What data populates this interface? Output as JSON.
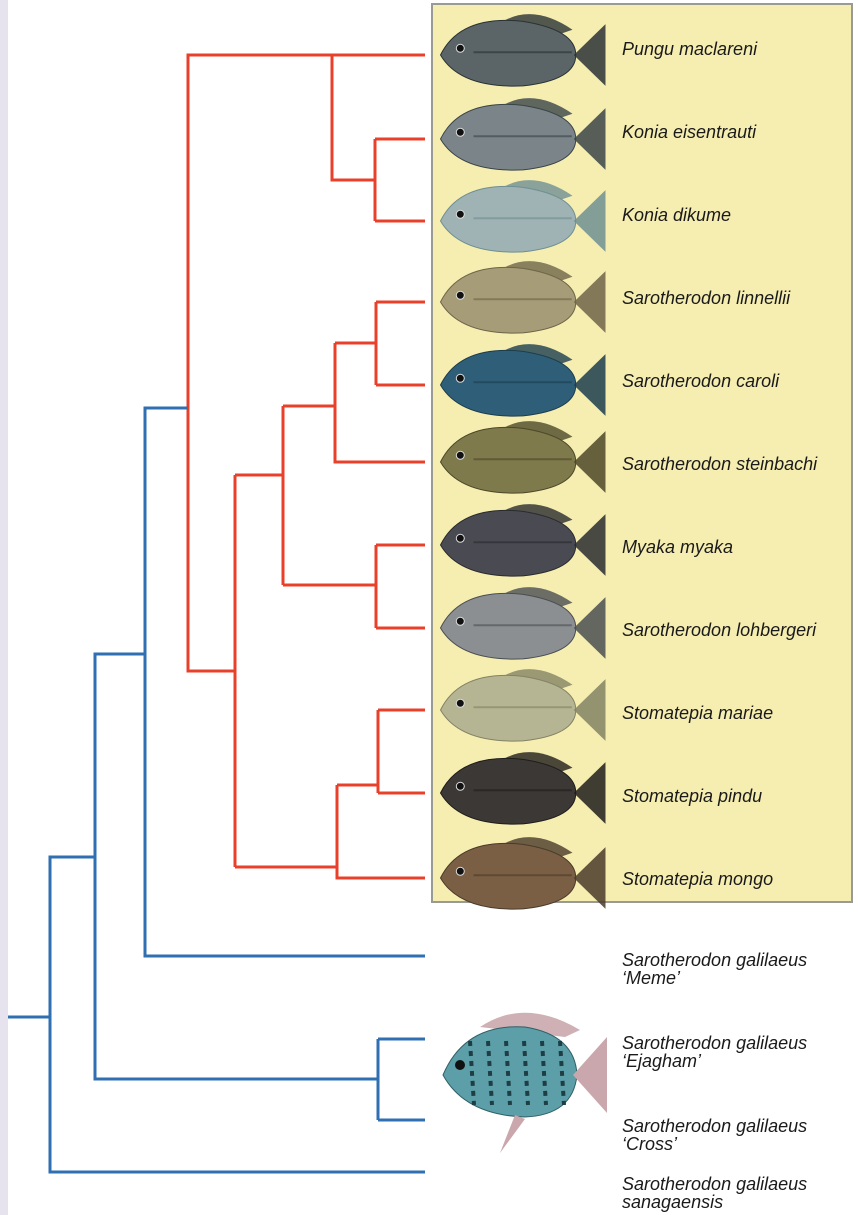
{
  "colors": {
    "red_clade": "#e8402a",
    "blue_clade": "#2f6fb2",
    "panel": "#f6eeb1"
  },
  "taxa": [
    {
      "label_1": "Pungu maclareni",
      "label_2": "",
      "fish": "fish-dark-slate"
    },
    {
      "label_1": "Konia eisentrauti",
      "label_2": "",
      "fish": "fish-slate"
    },
    {
      "label_1": "Konia dikume",
      "label_2": "",
      "fish": "fish-pale-silver"
    },
    {
      "label_1": "Sarotherodon linnellii",
      "label_2": "",
      "fish": "fish-olive-tan"
    },
    {
      "label_1": "Sarotherodon caroli",
      "label_2": "",
      "fish": "fish-blue-teal"
    },
    {
      "label_1": "Sarotherodon steinbachi",
      "label_2": "",
      "fish": "fish-olive-brown"
    },
    {
      "label_1": "Myaka myaka",
      "label_2": "",
      "fish": "fish-dark-grey"
    },
    {
      "label_1": "Sarotherodon lohbergeri",
      "label_2": "",
      "fish": "fish-grey-striped"
    },
    {
      "label_1": "Stomatepia mariae",
      "label_2": "",
      "fish": "fish-pale-olive"
    },
    {
      "label_1": "Stomatepia pindu",
      "label_2": "",
      "fish": "fish-black"
    },
    {
      "label_1": "Stomatepia mongo",
      "label_2": "",
      "fish": "fish-brown"
    },
    {
      "label_1": "Sarotherodon galilaeus",
      "label_2": "‘Meme’",
      "fish": ""
    },
    {
      "label_1": "Sarotherodon galilaeus",
      "label_2": "‘Ejagham’",
      "fish": "fish-barred-tilapia"
    },
    {
      "label_1": "Sarotherodon galilaeus",
      "label_2": "‘Cross’",
      "fish": ""
    },
    {
      "label_1": "Sarotherodon galilaeus",
      "label_2": "sanagaensis",
      "fish": ""
    }
  ]
}
